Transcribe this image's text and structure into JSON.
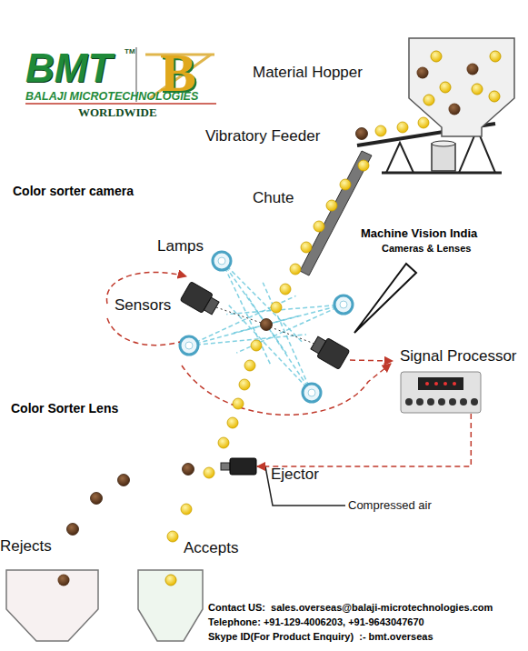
{
  "diagram": {
    "nodes": [
      {
        "text": [
          "Material Hopper"
        ]
      },
      {
        "text": [
          "Signal Processor"
        ]
      },
      {
        "text": [
          "Ejector"
        ]
      },
      {
        "text": [
          "Rejects"
        ]
      },
      {
        "text": [
          "Accepts"
        ]
      }
    ],
    "edges": [
      {
        "from": 1,
        "to": 2,
        "arrow": "to"
      }
    ],
    "labels": [
      "BMT",
      "TM",
      "B",
      "BALAJI MICROTECHNOLOGIES",
      "WORLDWIDE",
      "Vibratory Feeder",
      "Color sorter camera",
      "Chute",
      "Machine Vision India",
      "Cameras & Lenses",
      "Lamps",
      "Sensors",
      "Color Sorter Lens",
      "Compressed air",
      "Contact US:  sales.overseas@balaji-microtechnologies.com",
      "Telephone: +91-129-4006203, +91-9643047670",
      "Skype ID(For Product Enquiry)  :- bmt.overseas"
    ]
  }
}
